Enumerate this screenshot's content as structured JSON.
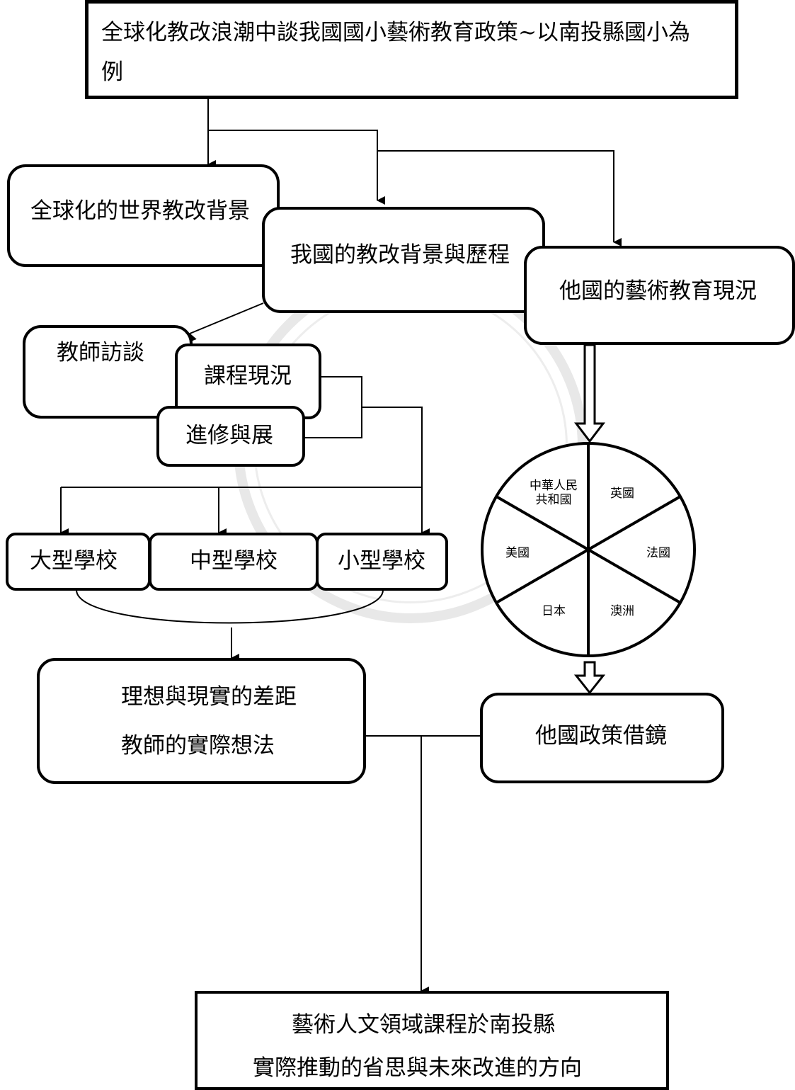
{
  "diagram": {
    "title_line1": "全球化教改浪潮中談我國國小藝術教育政策~以南投縣國小為",
    "title_line2": "例",
    "global_background": "全球化的世界教改背景",
    "national_background": "我國的教改背景與歷程",
    "other_countries": "他國的藝術教育現況",
    "teacher_interview": "教師訪談",
    "curriculum_status": "課程現況",
    "professional_development": "進修與展",
    "school_large": "大型學校",
    "school_medium": "中型學校",
    "school_small": "小型學校",
    "gap_line1": "理想與現實的差距",
    "gap_line2": "教師的實際想法",
    "policy_reference": "他國政策借鏡",
    "conclusion_line1": "藝術人文領域課程於南投縣",
    "conclusion_line2": "實際推動的省思與未來改進的方向",
    "countries": [
      "中華人民共和國",
      "英國",
      "法國",
      "澳洲",
      "日本",
      "美國"
    ]
  }
}
